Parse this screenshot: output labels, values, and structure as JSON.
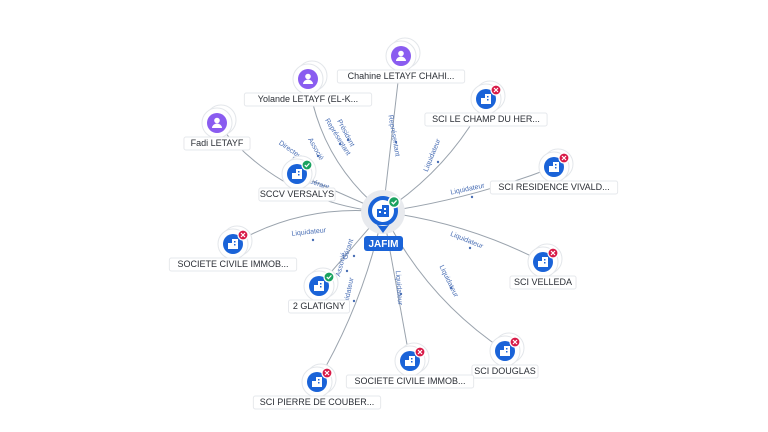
{
  "colors": {
    "edge": "#9aa3ad",
    "edge_label": "#4a6fb5",
    "company": "#1a63d8",
    "person": "#8a5cf0",
    "active": "#1aa260",
    "closed": "#d81b48",
    "center": "#1a63d8"
  },
  "center": {
    "label": "JAFIM",
    "icon": "building-icon",
    "status": "active"
  },
  "nodes": [
    {
      "id": "chahine",
      "label": "Chahine LETAYF CHAHI...",
      "kind": "person",
      "icon": "person-icon",
      "status": "none"
    },
    {
      "id": "yolande",
      "label": "Yolande LETAYF (EL-K...",
      "kind": "person",
      "icon": "person-icon",
      "status": "none"
    },
    {
      "id": "fadi",
      "label": "Fadi LETAYF",
      "kind": "person",
      "icon": "person-icon",
      "status": "none"
    },
    {
      "id": "sccv",
      "label": "SCCV VERSALYS",
      "kind": "company",
      "icon": "building-icon",
      "status": "active"
    },
    {
      "id": "champ",
      "label": "SCI LE CHAMP DU HER...",
      "kind": "company",
      "icon": "building-icon",
      "status": "closed"
    },
    {
      "id": "vivald",
      "label": "SCI RESIDENCE VIVALD...",
      "kind": "company",
      "icon": "building-icon",
      "status": "closed"
    },
    {
      "id": "sci_civ1",
      "label": "SOCIETE CIVILE IMMOB...",
      "kind": "company",
      "icon": "building-icon",
      "status": "closed"
    },
    {
      "id": "glatigny",
      "label": "2 GLATIGNY",
      "kind": "company",
      "icon": "building-icon",
      "status": "active"
    },
    {
      "id": "velleda",
      "label": "SCI VELLEDA",
      "kind": "company",
      "icon": "building-icon",
      "status": "closed"
    },
    {
      "id": "douglas",
      "label": "SCI DOUGLAS",
      "kind": "company",
      "icon": "building-icon",
      "status": "closed"
    },
    {
      "id": "sci_civ2",
      "label": "SOCIETE CIVILE IMMOB...",
      "kind": "company",
      "icon": "building-icon",
      "status": "closed"
    },
    {
      "id": "pierre",
      "label": "SCI PIERRE DE COUBER...",
      "kind": "company",
      "icon": "building-icon",
      "status": "closed"
    }
  ],
  "edges": [
    {
      "target": "chahine",
      "label": "Représentant"
    },
    {
      "target": "yolande",
      "label": "Président"
    },
    {
      "target": "yolande",
      "label": "Représentant"
    },
    {
      "target": "fadi",
      "label": "Directeur"
    },
    {
      "target": "sccv",
      "label": "Associé"
    },
    {
      "target": "sccv",
      "label": "Gérant"
    },
    {
      "target": "champ",
      "label": "Liquidateur"
    },
    {
      "target": "vivald",
      "label": "Liquidateur"
    },
    {
      "target": "sci_civ1",
      "label": "Liquidateur"
    },
    {
      "target": "glatigny",
      "label": "Gérant"
    },
    {
      "target": "glatigny",
      "label": "Associé"
    },
    {
      "target": "velleda",
      "label": "Liquidateur"
    },
    {
      "target": "douglas",
      "label": "Liquidateur"
    },
    {
      "target": "sci_civ2",
      "label": "Liquidateur"
    },
    {
      "target": "pierre",
      "label": "Liquidateur"
    }
  ]
}
